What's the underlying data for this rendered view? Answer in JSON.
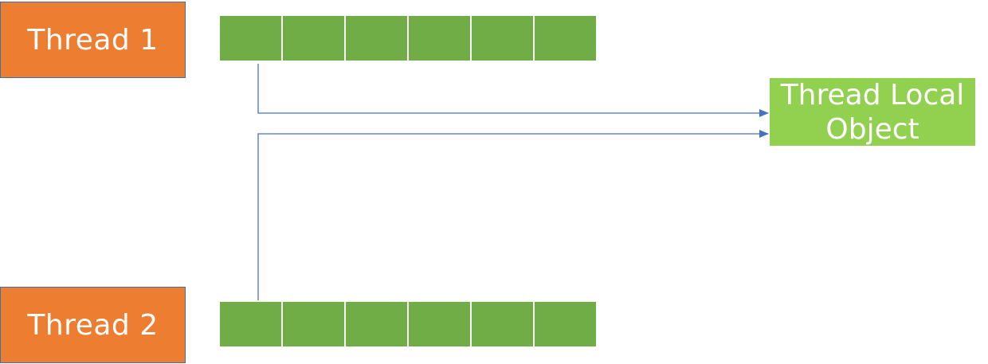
{
  "diagram": {
    "thread1": {
      "label": "Thread 1"
    },
    "thread2": {
      "label": "Thread 2"
    },
    "thread_local_object": {
      "label": "Thread Local Object"
    },
    "slots_per_thread": 6
  },
  "colors": {
    "thread_fill": "#ed7d31",
    "thread_border": "#41719c",
    "slot_fill": "#70ad47",
    "object_fill": "#92d050",
    "connector": "#4472c4"
  }
}
